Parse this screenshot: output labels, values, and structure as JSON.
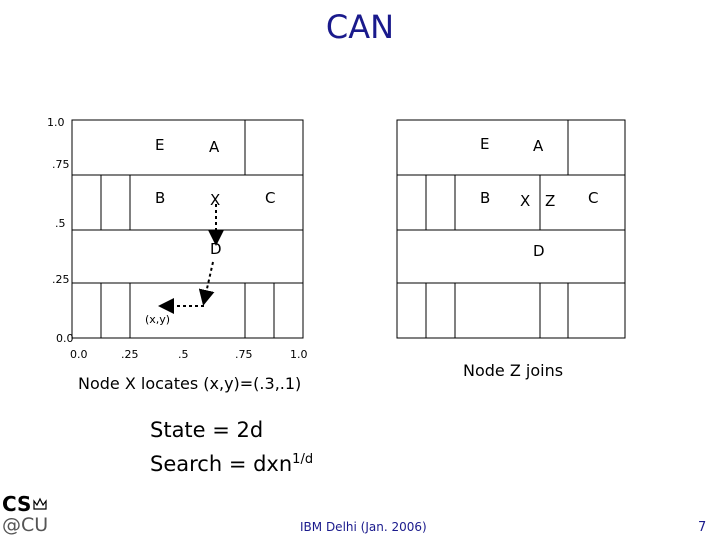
{
  "slide": {
    "title": "CAN",
    "footer": "IBM Delhi (Jan. 2006)",
    "page_number": "7"
  },
  "left_diagram": {
    "y_ticks": [
      "1.0",
      ".75",
      ".5",
      ".25",
      "0.0"
    ],
    "x_ticks": [
      "0.0",
      ".25",
      ".5",
      ".75",
      "1.0"
    ],
    "zones": [
      "E",
      "A",
      "B",
      "X",
      "C",
      "D"
    ],
    "point_label": "(x,y)",
    "caption": "Node X locates (x,y)=(.3,.1)"
  },
  "right_diagram": {
    "zones": [
      "E",
      "A",
      "B",
      "X",
      "Z",
      "C",
      "D"
    ],
    "caption": "Node Z joins"
  },
  "formula": {
    "state": "State  = 2d",
    "search_prefix": "Search = dxn",
    "search_exponent": "1/d"
  },
  "logo": {
    "top": "CS",
    "bottom": "@CU"
  },
  "colors": {
    "title": "#1a1a8c",
    "arrow": "#000000"
  }
}
